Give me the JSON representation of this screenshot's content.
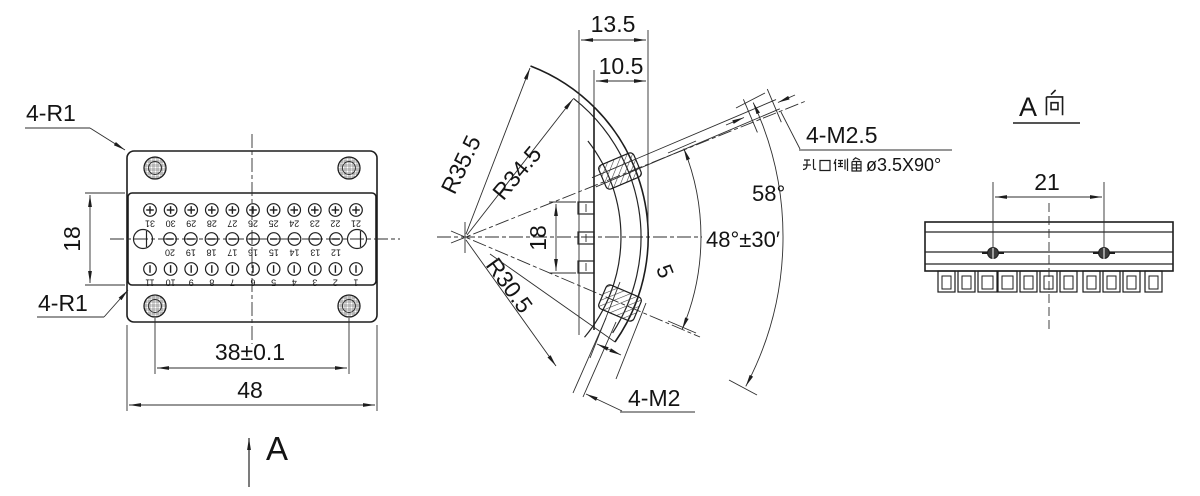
{
  "drawing_title": "curved micro-rectangular connector, 3-view dimensioned drawing",
  "left_view": {
    "corner_radius_label_top": "4-R1",
    "corner_radius_label_bottom": "4-R1",
    "dim_height": "18",
    "dim_screw_span": "38±0.1",
    "dim_width": "48",
    "view_direction_label": "A",
    "pin_rows": [
      {
        "name": "top-row",
        "numbers": [
          "31",
          "30",
          "29",
          "28",
          "27",
          "26",
          "25",
          "24",
          "23",
          "22",
          "21"
        ]
      },
      {
        "name": "middle-row",
        "numbers": [
          "20",
          "19",
          "18",
          "17",
          "16",
          "15",
          "14",
          "13",
          "12"
        ]
      },
      {
        "name": "bottom-row",
        "numbers": [
          "11",
          "10",
          "9",
          "8",
          "7",
          "6",
          "5",
          "4",
          "3",
          "2",
          "1"
        ]
      }
    ]
  },
  "middle_view": {
    "dim_top_outer": "13.5",
    "dim_top_inner": "10.5",
    "dim_height": "18",
    "radius_outer": "R35.5",
    "radius_mating": "R34.5",
    "radius_inner": "R30.5",
    "angle_overall": "58°",
    "angle_between_screws": "48°±30′",
    "thread_upper_label": "4-M2.5",
    "thread_upper_note": "孔口倒角ø3.5X90°",
    "thread_upper_note_ascii": "ø3.5X90°",
    "thread_lower_label": "4-M2",
    "dim_boss_width": "5"
  },
  "right_view": {
    "title": "A向",
    "title_letter": "A",
    "dim_screw_span": "21"
  }
}
